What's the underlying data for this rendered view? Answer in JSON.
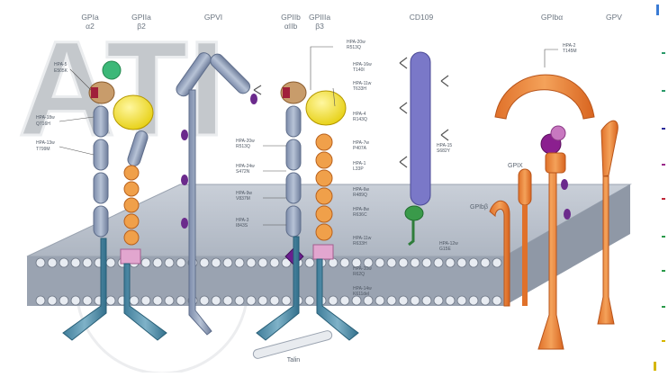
{
  "headers": {
    "gpia": "GPIa",
    "gpia_sub": "α2",
    "gpiia_left": "GPIIa",
    "gpiia_left_sub": "β2",
    "gpvi": "GPVI",
    "gpiib": "GPIIb",
    "gpiib_sub": "αIIb",
    "gpiiia": "GPIIIa",
    "gpiiia_sub": "β3",
    "cd109": "CD109",
    "gpiba": "GPIbα",
    "gpv": "GPV"
  },
  "annotations": {
    "a_gpia_1": "HPA-5",
    "a_gpia_2": "E505K",
    "a_gpia_3": "HPA-18w",
    "a_gpia_4": "Q716H",
    "a_gpia_5": "HPA-13w",
    "a_gpia_6": "T799M",
    "b_r1": "HPA-20w",
    "b_r2": "R513Q",
    "b_r3": "HPA-16w",
    "b_r4": "T140I",
    "b_r5": "HPA-11w",
    "b_r6": "T633H",
    "b_r7": "HPA-4",
    "b_r8": "R143Q",
    "b_r9": "HPA-7w",
    "b_r10": "P407A",
    "b_r11": "HPA-1",
    "b_r12": "L33P",
    "b_r13": "HPA-6w",
    "b_r14": "R489Q",
    "b_r15": "HPA-8w",
    "b_r16": "R636C",
    "b_r17": "HPA-11w",
    "b_r18": "R633H",
    "b_r19": "HPA-10w",
    "b_r20": "R62Q",
    "b_r21": "HPA-14w",
    "b_r22": "K611del",
    "b_l1": "HPA-20w",
    "b_l2": "R513Q",
    "b_l3": "HPA-24w",
    "b_l4": "S472N",
    "b_l5": "HPA-9w",
    "b_l6": "V837M",
    "b_l7": "HPA-3",
    "b_l8": "I843S",
    "cd109_1": "HPA-15",
    "cd109_2": "S682Y",
    "gpiba_1": "HPA-2",
    "gpiba_2": "T145M",
    "gpib_1": "HPA-12w",
    "gpib_2": "G15E"
  },
  "labels": {
    "gpix": "GPIX",
    "gpibb": "GPIbβ",
    "talin": "Talin"
  },
  "watermark": "ATI"
}
